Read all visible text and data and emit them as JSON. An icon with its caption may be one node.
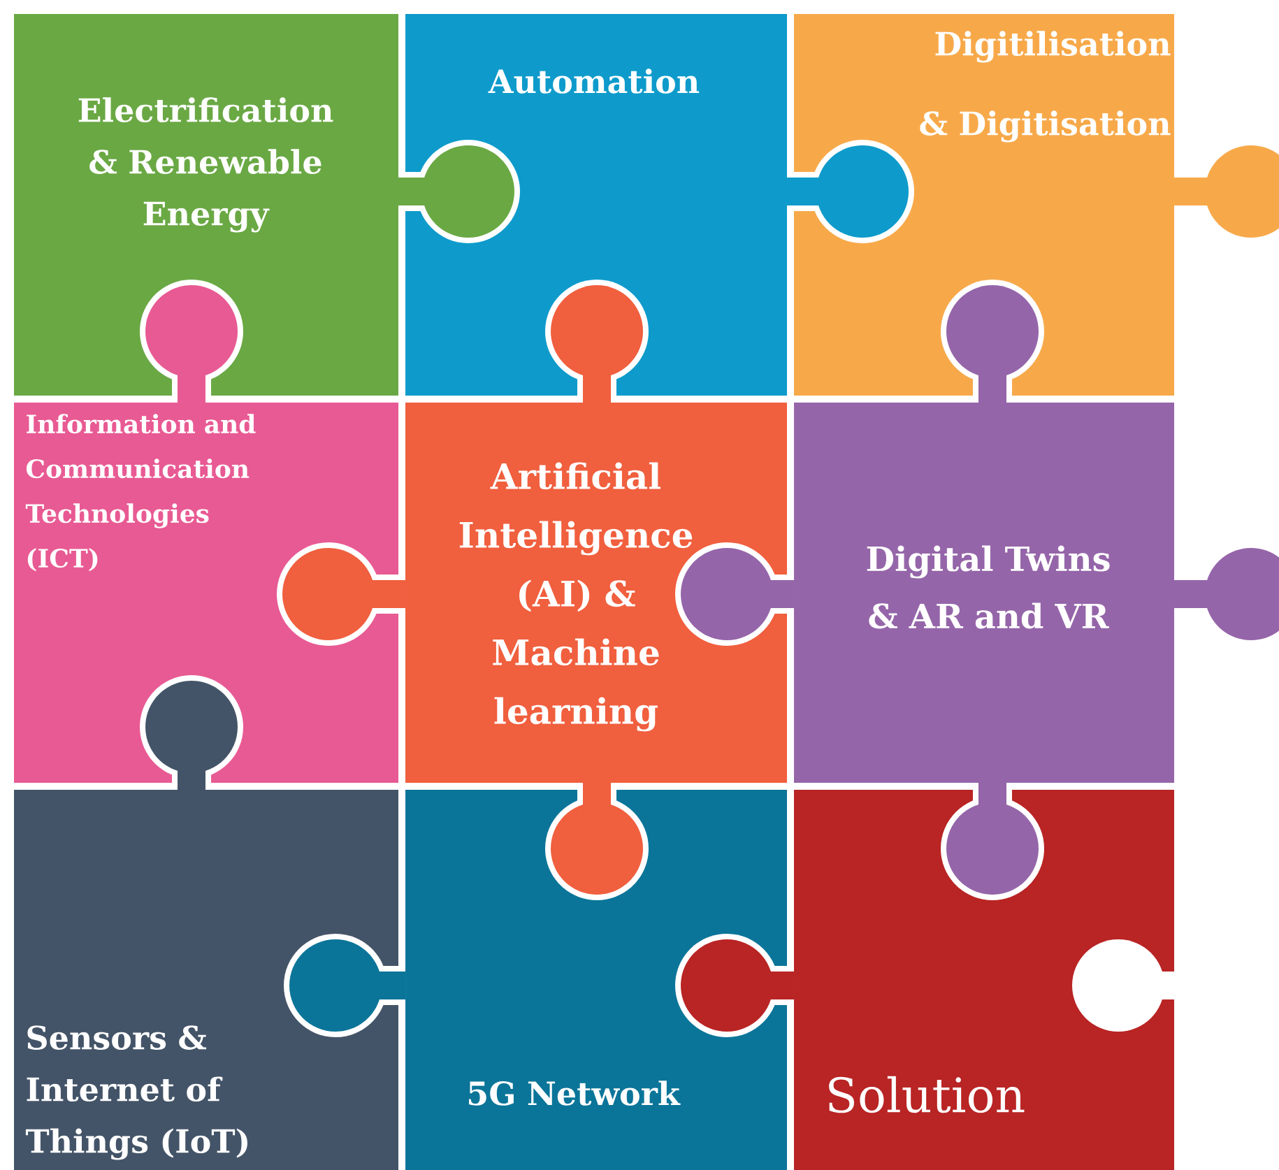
{
  "diagram": {
    "nodes": [
      {
        "text": [
          "Electrification & Renewable Energy"
        ]
      },
      {
        "text": [
          "Automation"
        ]
      },
      {
        "text": [
          "Digitilisation & Digitisation"
        ]
      },
      {
        "text": [
          "Information and Communication Technologies (ICT)"
        ]
      },
      {
        "text": [
          "Artificial Intelligence (AI) & Machine learning"
        ]
      },
      {
        "text": [
          "Digital Twins & AR and VR"
        ]
      },
      {
        "text": [
          "Sensors & Internet of Things (IoT)"
        ]
      },
      {
        "text": [
          "5G Network"
        ]
      },
      {
        "text": [
          "Solution"
        ]
      }
    ]
  }
}
